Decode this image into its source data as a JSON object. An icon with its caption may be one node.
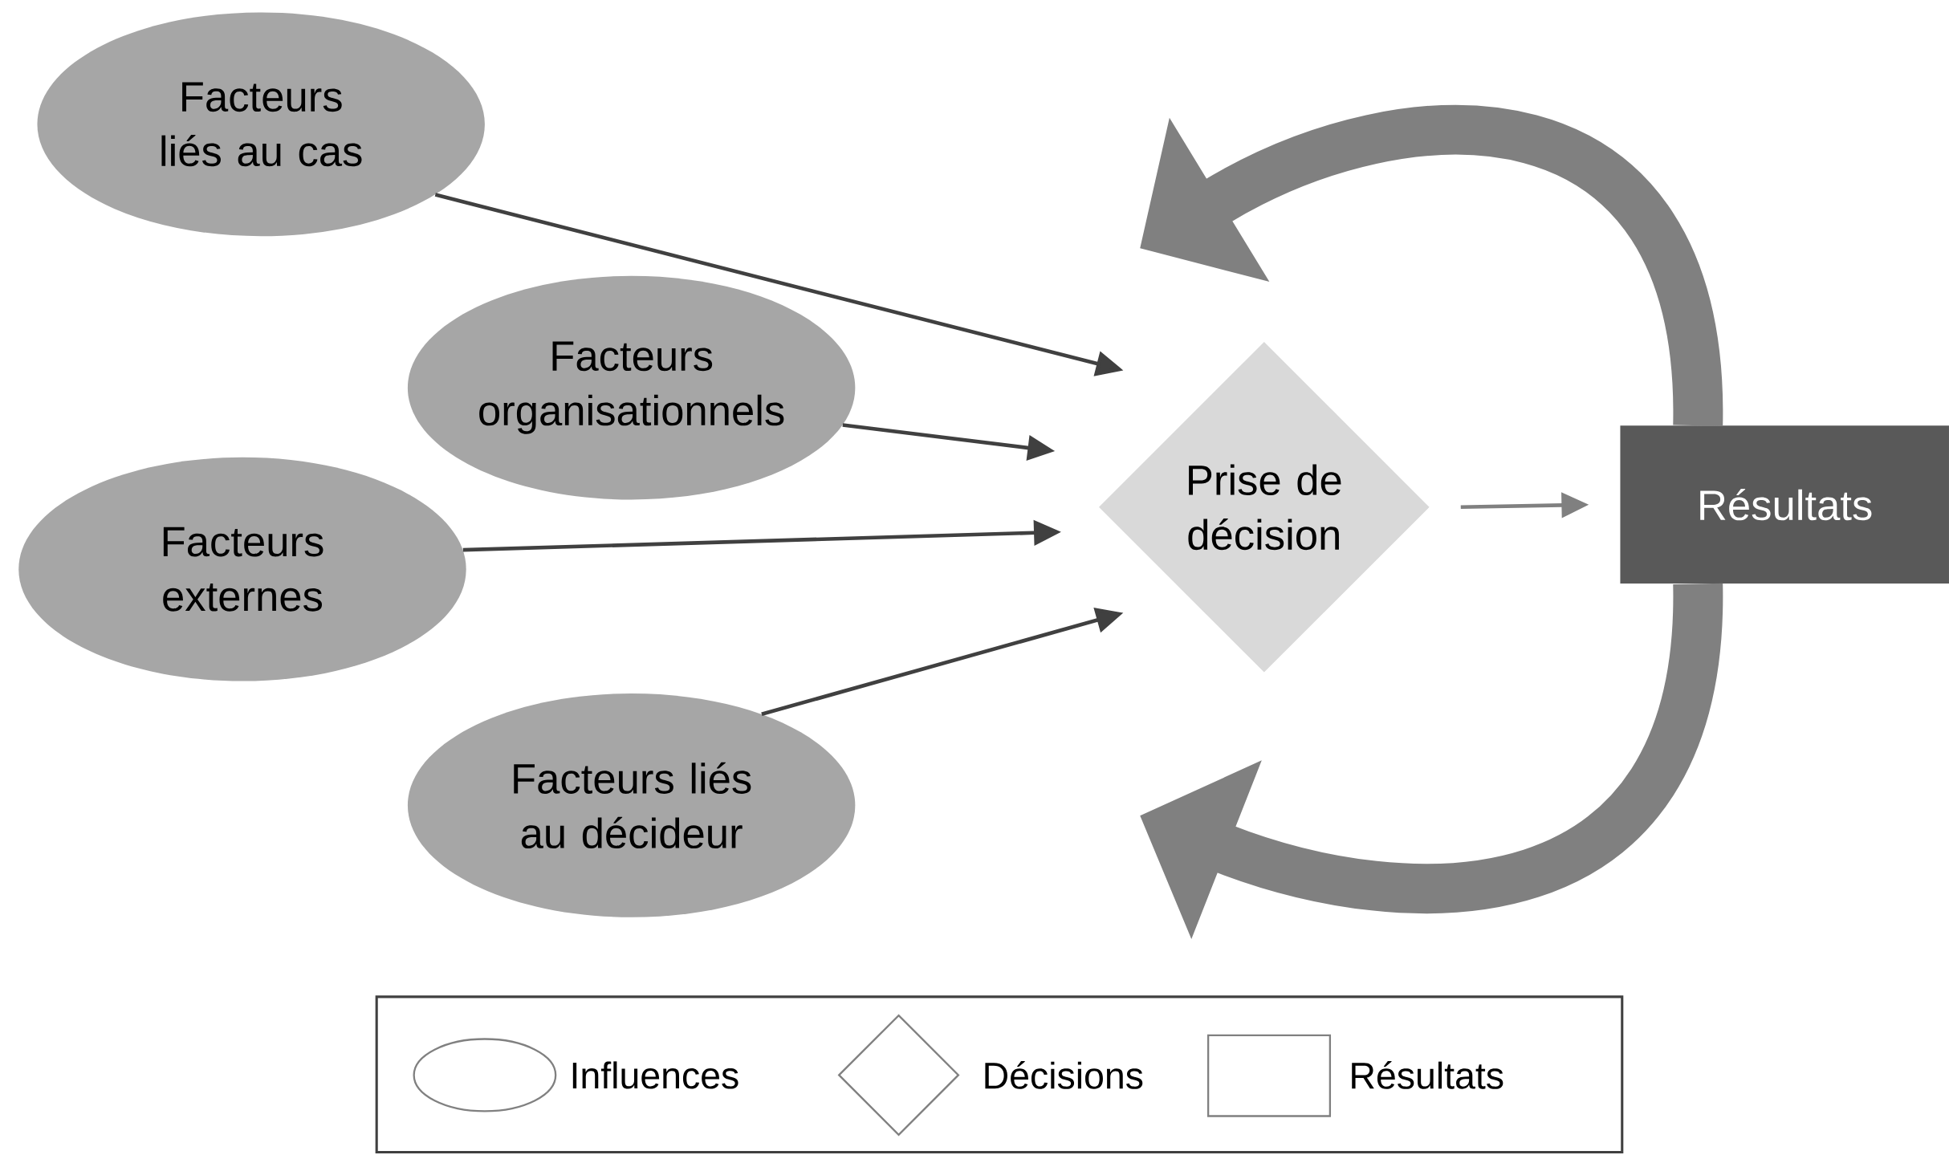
{
  "diagram": {
    "nodes": [
      {
        "text": [
          "Facteurs liés au cas"
        ]
      },
      {
        "text": [
          "Facteurs organisationnels"
        ]
      },
      {
        "text": [
          "Facteurs externes"
        ]
      },
      {
        "text": [
          "Facteurs liés au décideur"
        ]
      },
      {
        "text": [
          "Prise de décision"
        ]
      },
      {
        "text": [
          "Résultats"
        ]
      }
    ],
    "edges": [
      {
        "from": 0,
        "to": 4,
        "arrow": "to"
      },
      {
        "from": 1,
        "to": 4,
        "arrow": "to"
      },
      {
        "from": 2,
        "to": 4,
        "arrow": "to"
      },
      {
        "from": 3,
        "to": 4,
        "arrow": "to"
      },
      {
        "from": 4,
        "to": 5,
        "arrow": "to",
        "color": "#808080"
      },
      {
        "from": 5,
        "to": 4,
        "arrow": "to",
        "style": "thick",
        "color": "#808080"
      },
      {
        "from": 5,
        "to": 4,
        "arrow": "to",
        "style": "thick",
        "color": "#808080"
      }
    ],
    "legend": [
      {
        "text": "Influences"
      },
      {
        "text": "Décisions"
      },
      {
        "text": "Résultats"
      }
    ]
  }
}
